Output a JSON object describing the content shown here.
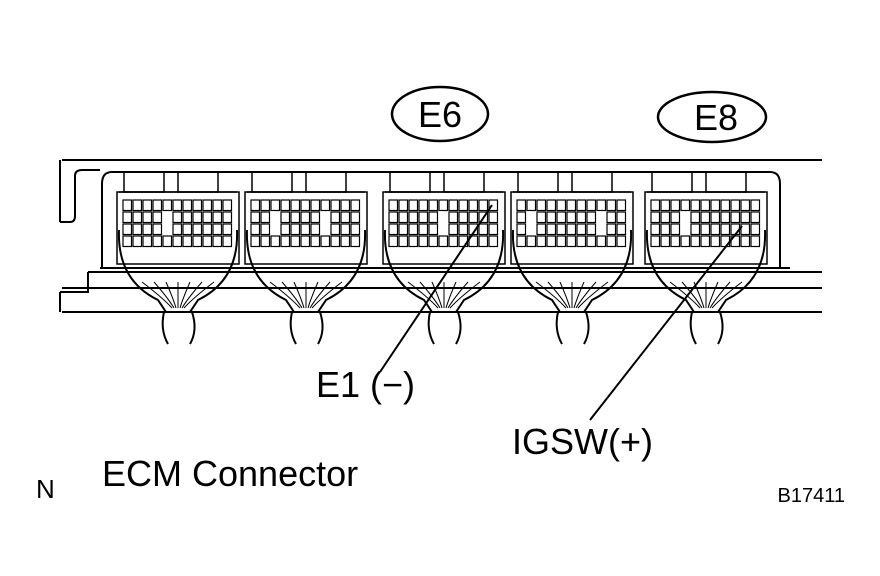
{
  "connector_ids": [
    {
      "id": "e6",
      "text": "E6"
    },
    {
      "id": "e8",
      "text": "E8"
    }
  ],
  "terminals": [
    {
      "id": "e1",
      "text": "E1 (−)"
    },
    {
      "id": "igsw",
      "text": "IGSW(+)"
    }
  ],
  "caption": "ECM Connector",
  "orientation_mark": "N",
  "figure_code": "B17411",
  "colors": {
    "line": "#000000",
    "background": "#ffffff"
  }
}
